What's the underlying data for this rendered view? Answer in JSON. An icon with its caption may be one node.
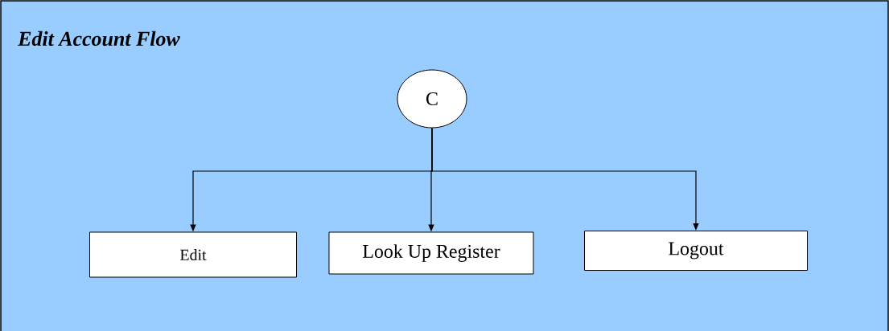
{
  "diagram": {
    "title": "Edit Account Flow",
    "nodes": [
      {
        "text": [
          "C"
        ]
      },
      {
        "text": [
          "Edit"
        ]
      },
      {
        "text": [
          "Look Up Register"
        ]
      },
      {
        "text": [
          "Logout"
        ]
      }
    ],
    "edges": [
      {
        "from": 0,
        "to": 1,
        "arrow": "to"
      },
      {
        "from": 0,
        "to": 2,
        "arrow": "to"
      },
      {
        "from": 0,
        "to": 3,
        "arrow": "to"
      }
    ]
  }
}
